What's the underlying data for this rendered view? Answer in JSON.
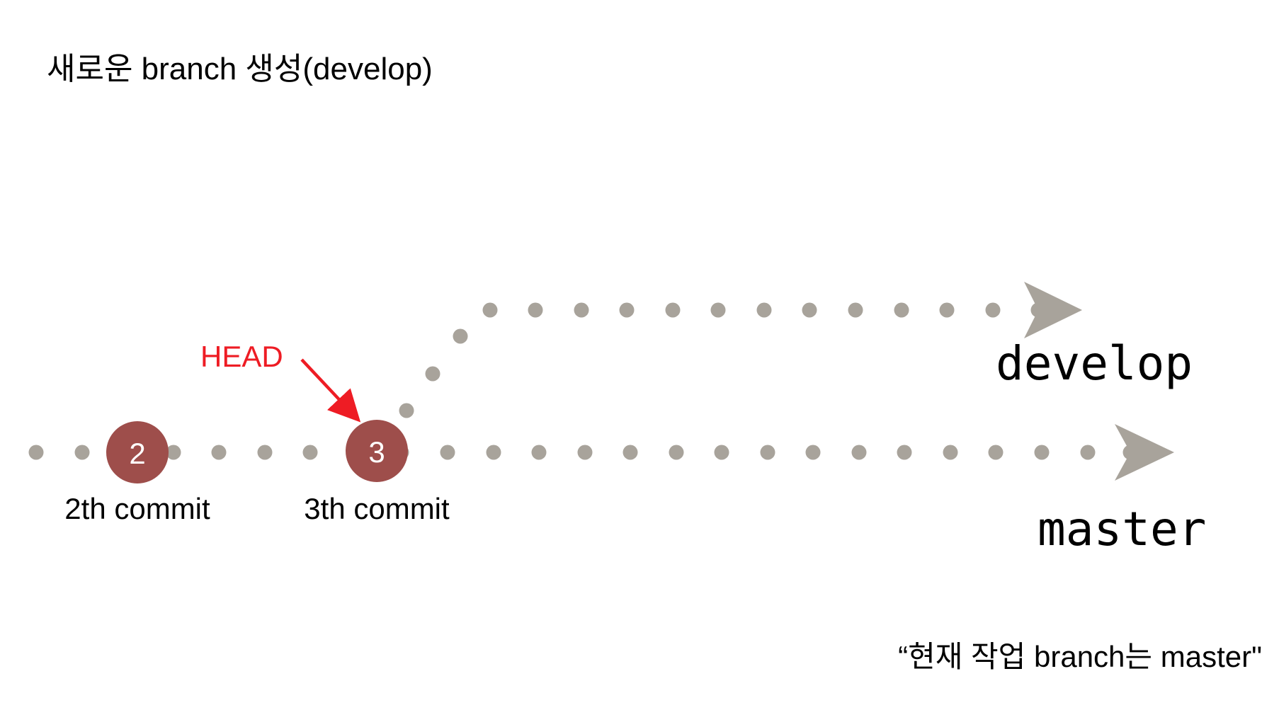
{
  "slide": {
    "title": "새로운 branch 생성(develop)",
    "footer_note": "“현재  작업 branch는 master\""
  },
  "commits": [
    {
      "number": "2",
      "label": "2th commit"
    },
    {
      "number": "3",
      "label": "3th commit"
    }
  ],
  "pointer": {
    "label": "HEAD",
    "target_commit": "3"
  },
  "branches": [
    {
      "name": "develop"
    },
    {
      "name": "master"
    }
  ],
  "colors": {
    "dot": "#a8a39b",
    "commit_fill": "#9e4e4b",
    "head": "#ee1c24",
    "text": "#000000"
  }
}
